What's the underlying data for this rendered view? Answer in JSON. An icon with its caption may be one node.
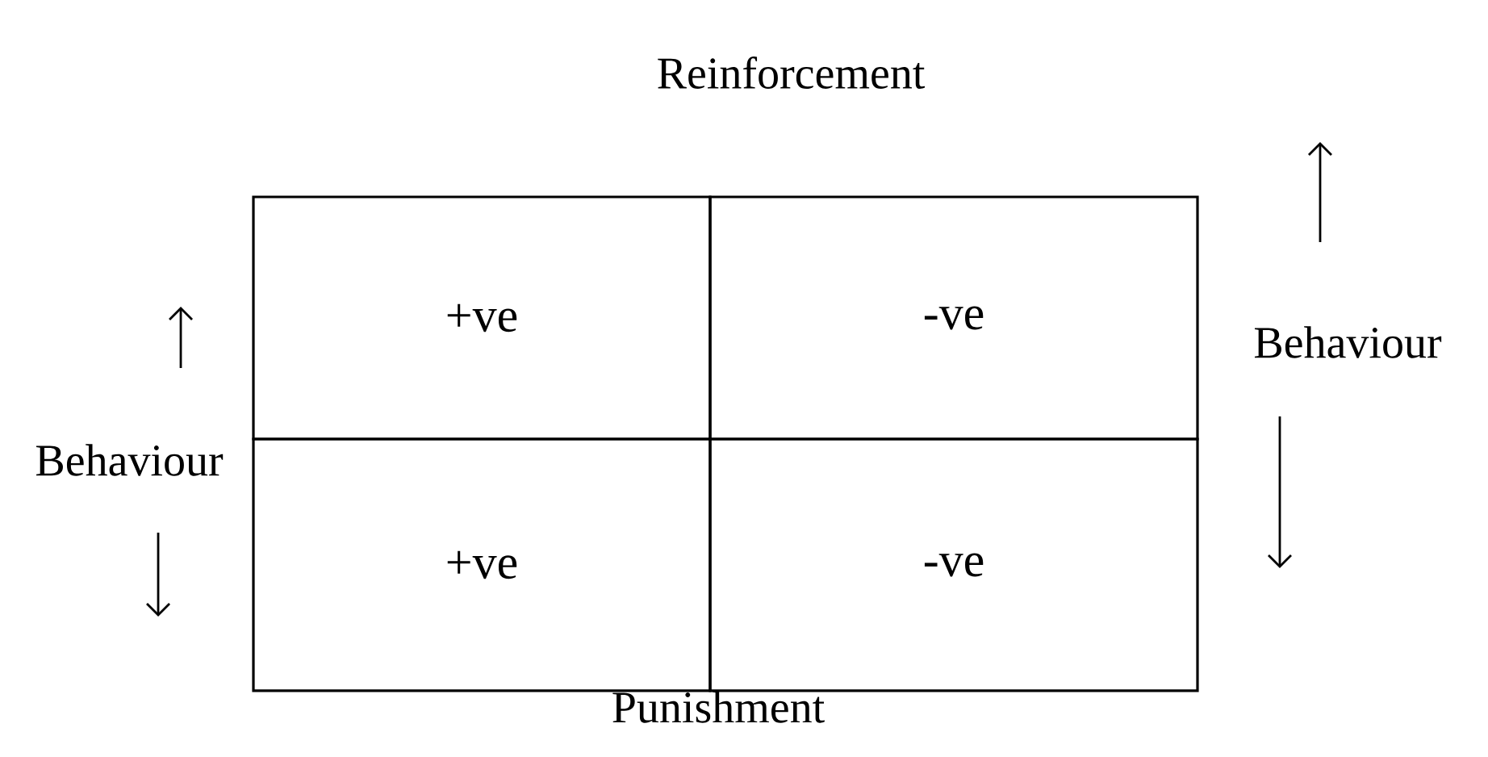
{
  "diagram": {
    "nodes": [
      {
        "text": [
          "+ve"
        ]
      },
      {
        "text": [
          "-ve"
        ]
      },
      {
        "text": [
          "+ve"
        ]
      },
      {
        "text": [
          "-ve"
        ]
      }
    ],
    "labels": [
      "Reinforcement",
      "Behaviour",
      "Behaviour",
      "Punishment"
    ]
  }
}
